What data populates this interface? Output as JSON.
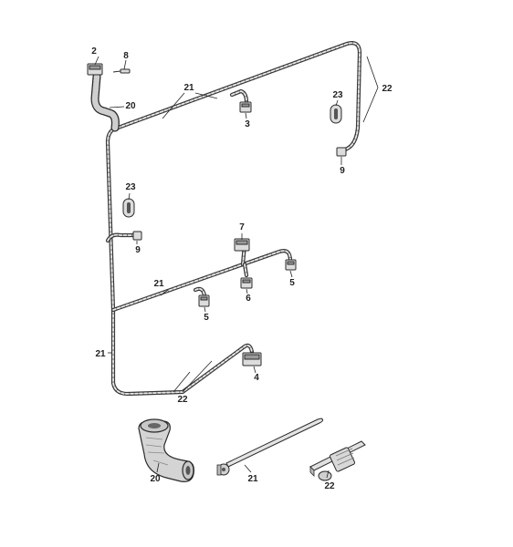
{
  "diagram": {
    "callouts": {
      "c2": "2",
      "c8": "8",
      "c20_top": "20",
      "c21_top": "21",
      "c3": "3",
      "c23_top": "23",
      "c22_top": "22",
      "c9_right": "9",
      "c23_mid": "23",
      "c9_left": "9",
      "c7": "7",
      "c21_mid": "21",
      "c5_right": "5",
      "c6": "6",
      "c5_left": "5",
      "c21_left": "21",
      "c4": "4",
      "c22_bottom": "22",
      "c20_part": "20",
      "c21_part": "21",
      "c22_part": "22"
    }
  }
}
